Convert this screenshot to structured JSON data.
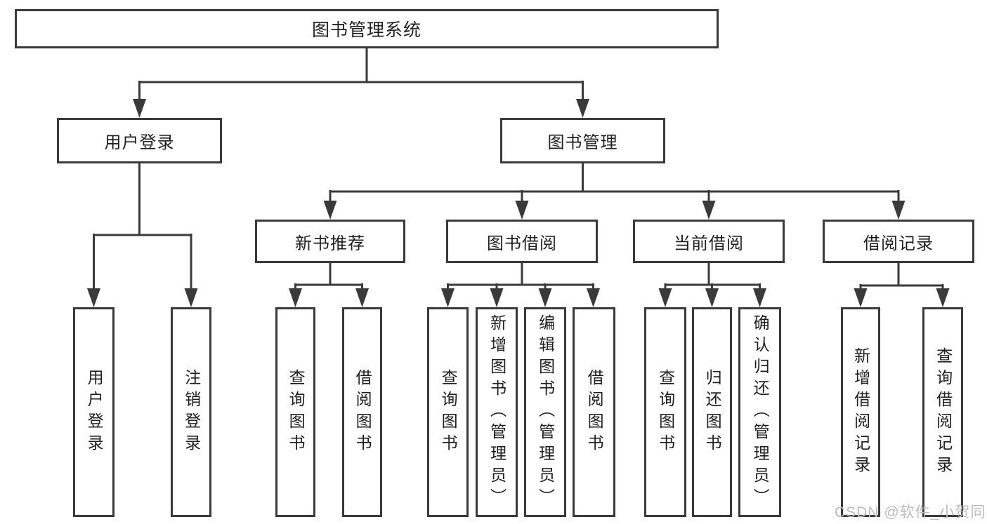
{
  "diagram": {
    "title": "图书管理系统",
    "nodes": {
      "root": {
        "label": "图书管理系统"
      },
      "user_login": {
        "label": "用户登录"
      },
      "book_mgmt": {
        "label": "图书管理"
      },
      "new_book_rec": {
        "label": "新书推荐"
      },
      "book_borrow": {
        "label": "图书借阅"
      },
      "current_borrow": {
        "label": "当前借阅"
      },
      "borrow_records": {
        "label": "借阅记录"
      },
      "leaf_user_login": {
        "label": "用户登录"
      },
      "leaf_logout": {
        "label": "注销登录"
      },
      "leaf_nbr_query": {
        "label": "查询图书"
      },
      "leaf_nbr_borrow": {
        "label": "借阅图书"
      },
      "leaf_bb_query": {
        "label": "查询图书"
      },
      "leaf_bb_add": {
        "label": "新增图书（管理员）"
      },
      "leaf_bb_edit": {
        "label": "编辑图书（管理员）"
      },
      "leaf_bb_borrow": {
        "label": "借阅图书"
      },
      "leaf_cb_query": {
        "label": "查询图书"
      },
      "leaf_cb_return": {
        "label": "归还图书"
      },
      "leaf_cb_confirm": {
        "label": "确认归还（管理员）"
      },
      "leaf_br_add": {
        "label": "新增借阅记录"
      },
      "leaf_br_query": {
        "label": "查询借阅记录"
      }
    },
    "colors": {
      "line": "#3a3a3a",
      "box_border": "#3a3a3a",
      "text": "#1f1f1f",
      "background": "#ffffff",
      "watermark": "#bdbdbd"
    }
  },
  "watermark": {
    "text": "CSDN @软件_小贺同学"
  }
}
